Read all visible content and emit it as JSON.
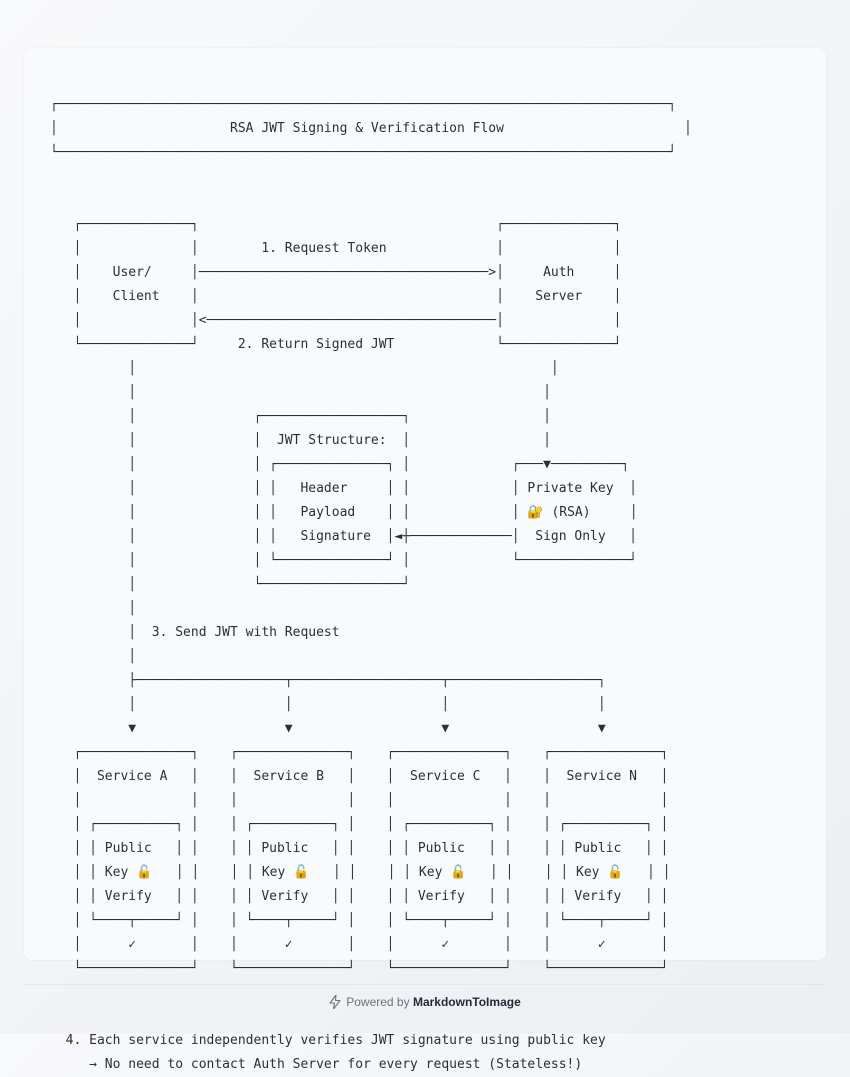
{
  "diagram": {
    "text": "┌──────────────────────────────────────────────────────────────────────────────┐\n│                      RSA JWT Signing & Verification Flow                       │\n└──────────────────────────────────────────────────────────────────────────────┘\n\n\n   ┌──────────────┐                                      ┌──────────────┐\n   │              │        1. Request Token              │              │\n   │    User/     │─────────────────────────────────────>│     Auth     │\n   │    Client    │                                      │    Server    │\n   │              │<─────────────────────────────────────│              │\n   └──────────────┘     2. Return Signed JWT             └──────────────┘\n          │                                                     │\n          │                                                    │\n          │               ┌──────────────────┐                 │\n          │               │  JWT Structure:  │                 │\n          │               │ ┌──────────────┐ │             ┌───▼─────────┐\n          │               │ │   Header     │ │             │ Private Key  │\n          │               │ │   Payload    │ │             │ 🔐 (RSA)     │\n          │               │ │   Signature  │◄┼─────────────│  Sign Only   │\n          │               │ └──────────────┘ │             └──────────────┘\n          │               └──────────────────┘\n          │\n          │  3. Send JWT with Request\n          │\n          ├───────────────────┬───────────────────┬───────────────────┐\n          │                   │                   │                   │\n          ▼                   ▼                   ▼                   ▼\n   ┌──────────────┐    ┌──────────────┐    ┌──────────────┐    ┌──────────────┐\n   │  Service A   │    │  Service B   │    │  Service C   │    │  Service N   │\n   │              │    │              │    │              │    │              │\n   │ ┌──────────┐ │    │ ┌──────────┐ │    │ ┌──────────┐ │    │ ┌──────────┐ │\n   │ │ Public   │ │    │ │ Public   │ │    │ │ Public   │ │    │ │ Public   │ │\n   │ │ Key 🔓   │ │    │ │ Key 🔓   │ │    │ │ Key 🔓   │ │    │ │ Key 🔓   │ │\n   │ │ Verify   │ │    │ │ Verify   │ │    │ │ Verify   │ │    │ │ Verify   │ │\n   │ └────┬─────┘ │    │ └────┬─────┘ │    │ └────┬─────┘ │    │ └────┬─────┘ │\n   │      ✓       │    │      ✓       │    │      ✓       │    │      ✓       │\n   └──────────────┘    └──────────────┘    └──────────────┘    └──────────────┘\n\n\n  4. Each service independently verifies JWT signature using public key\n     → No need to contact Auth Server for every request (Stateless!)"
  },
  "footer": {
    "powered_by": "Powered by",
    "brand": "MarkdownToImage"
  },
  "colors": {
    "text": "#2b2f36",
    "card": "#f9fafb",
    "footer_text": "#6b7280"
  }
}
